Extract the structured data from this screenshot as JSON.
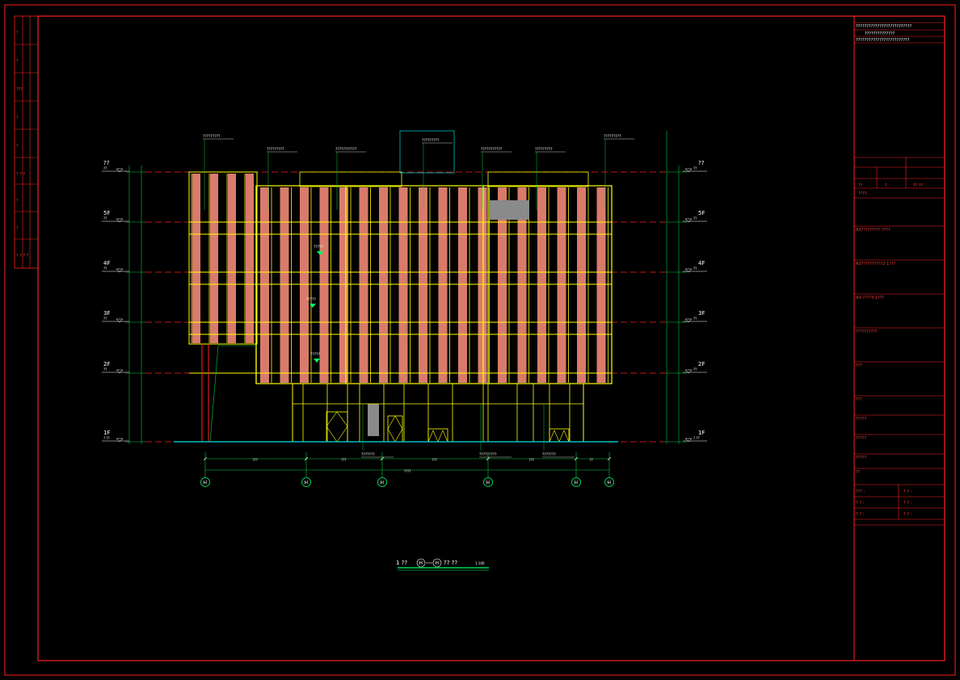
{
  "colors": {
    "background": "#000000",
    "frame": "#ff2020",
    "facade_frame": "#ffff00",
    "fin": "#e07a6a",
    "grid_dash": "#ff2020",
    "dimension": "#00cc44",
    "axis_circle": "#00ff66",
    "ground": "#00c0c0",
    "text": "#ffffff"
  },
  "title_block": {
    "top_rows": [
      "??????????????????????????",
      "??????????????",
      "?????????????????????????"
    ],
    "header_cells": [
      "??",
      "?",
      "?? ??"
    ],
    "header_sub": "????",
    "rows": [
      "A3????????? ????",
      "A3??????????2-1???",
      "A3-????3-1???",
      "??????????",
      "???",
      "???",
      "?????",
      "?????",
      "?????",
      "??"
    ],
    "sign_rows": [
      [
        "??? :",
        "? ? :"
      ],
      [
        "? ? :",
        "? ? :"
      ],
      [
        "? ? :",
        "? ? :"
      ]
    ]
  },
  "left_strip": {
    "labels": [
      "?",
      "?",
      "???",
      "?",
      "?",
      "? ? ?",
      "?",
      "?",
      "? ? ? ?"
    ]
  },
  "levels": [
    {
      "name": "??",
      "sub": "??"
    },
    {
      "name": "5F",
      "sub": "??"
    },
    {
      "name": "4F",
      "sub": "??"
    },
    {
      "name": "3F",
      "sub": "??"
    },
    {
      "name": "2F",
      "sub": "??"
    },
    {
      "name": "1F",
      "sub": "?.??"
    }
  ],
  "notes_top": [
    "?????????",
    "?????????",
    "???????????",
    "?????????",
    "???????????",
    "?????????",
    "?????????"
  ],
  "notes_bottom": [
    "???????",
    "?????????",
    "???????"
  ],
  "elevation_tags": [
    "?????",
    "?????",
    "?????"
  ],
  "axes": [
    "H",
    "H",
    "H",
    "H",
    "H",
    "H"
  ],
  "dimensions": {
    "segments": [
      "???",
      "???",
      "???",
      "???",
      "??"
    ],
    "total": "????"
  },
  "drawing_title": {
    "prefix": "1 ??",
    "axis_a": "H",
    "axis_b": "H",
    "suffix": "?? ??",
    "scale": "1:100"
  }
}
